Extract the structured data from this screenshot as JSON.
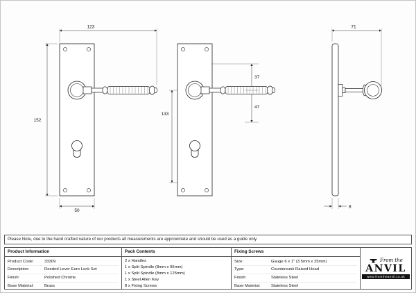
{
  "note": "Please Note, due to the hand crafted nature of our products all measurements are approximate and should be used as a guide only.",
  "drawings": {
    "front": {
      "overall_width": "123",
      "plate_height": "152",
      "plate_width": "50"
    },
    "front2": {
      "centres": "133",
      "top_offset": "37",
      "lock_centres": "47"
    },
    "side": {
      "projection": "71",
      "plate_thickness": "8"
    }
  },
  "table": {
    "product_information": {
      "header": "Product Information",
      "rows": [
        {
          "label": "Product Code:",
          "value": "33309"
        },
        {
          "label": "Description:",
          "value": "Reeded Lever Euro Lock Set"
        },
        {
          "label": "Finish:",
          "value": "Polished Chrome"
        },
        {
          "label": "Base Material:",
          "value": "Brass"
        }
      ]
    },
    "pack_contents": {
      "header": "Pack Contents",
      "items": [
        "2 x Handles",
        "1 x Split Spindle (8mm x 95mm)",
        "1 x Split Spindle (8mm x 125mm)",
        "1 x Steel Allen Key",
        "8 x Fixing Screws"
      ]
    },
    "fixing_screws": {
      "header": "Fixing Screws",
      "rows": [
        {
          "label": "Size:",
          "value": "Gauge 6 x 1\" (3.5mm x 25mm)"
        },
        {
          "label": "Type:",
          "value": "Countersunk Raised Head"
        },
        {
          "label": "Finish:",
          "value": "Stainless Steel"
        },
        {
          "label": "Base Material:",
          "value": "Stainless Steel"
        }
      ]
    }
  },
  "logo": {
    "tagline": "From the",
    "name": "ANVIL",
    "website": "www.fromtheanvil.co.uk"
  },
  "colors": {
    "line": "#222222",
    "dim": "#333333",
    "logo_bar": "#111111"
  }
}
